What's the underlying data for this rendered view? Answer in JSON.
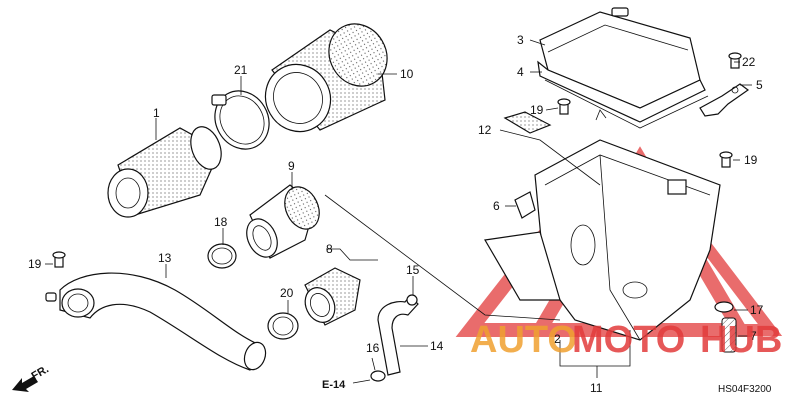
{
  "labels": {
    "p1": "1",
    "p2": "2",
    "p3": "3",
    "p4": "4",
    "p5": "5",
    "p6": "6",
    "p7": "7",
    "p8": "8",
    "p9": "9",
    "p10": "10",
    "p11": "11",
    "p12": "12",
    "p13": "13",
    "p14": "14",
    "p15": "15",
    "p16": "16",
    "p17": "17",
    "p18": "18",
    "p19a": "19",
    "p19b": "19",
    "p19c": "19",
    "p20": "20",
    "p21": "21",
    "p22": "22"
  },
  "reference": "E-14",
  "direction": "FR.",
  "diagram_code": "HS04F3200",
  "watermark": {
    "part1": "AUTO",
    "part2": "MOTO",
    "part3": "HUB",
    "color_red": "#e23b3b",
    "color_orange": "#f0a030"
  }
}
